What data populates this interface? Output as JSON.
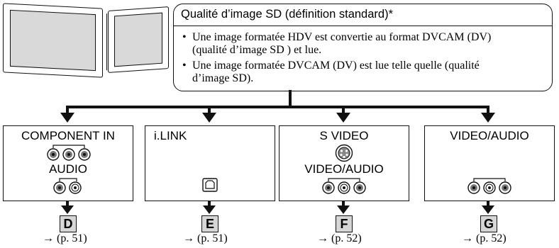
{
  "callout": {
    "title": "Qualité d’image SD (définition standard)*",
    "bullets": [
      {
        "symbol": "•",
        "line1": "Une image formatée HDV est convertie au format DVCAM (DV)",
        "line2": "(qualité d’image SD ) et lue."
      },
      {
        "symbol": "•",
        "line1": "Une image formatée DVCAM (DV) est lue telle quelle (qualité",
        "line2": "d’image SD)."
      }
    ]
  },
  "boxes": [
    {
      "label1": "COMPONENT IN",
      "label2": "AUDIO",
      "label3": "",
      "letter": "D",
      "ref": "→ (p. 51)"
    },
    {
      "label1": "i.LINK",
      "label2": "",
      "label3": "",
      "letter": "E",
      "ref": "→ (p. 51)"
    },
    {
      "label1": "S VIDEO",
      "label2": "VIDEO/AUDIO",
      "label3": "",
      "letter": "F",
      "ref": "→ (p. 52)"
    },
    {
      "label1": "VIDEO/AUDIO",
      "label2": "",
      "label3": "",
      "letter": "G",
      "ref": "→ (p. 52)"
    }
  ],
  "colors": {
    "ink": "#111111",
    "letter_fill": "#d6d6d6",
    "screen_fill": "#d9d9d9"
  }
}
